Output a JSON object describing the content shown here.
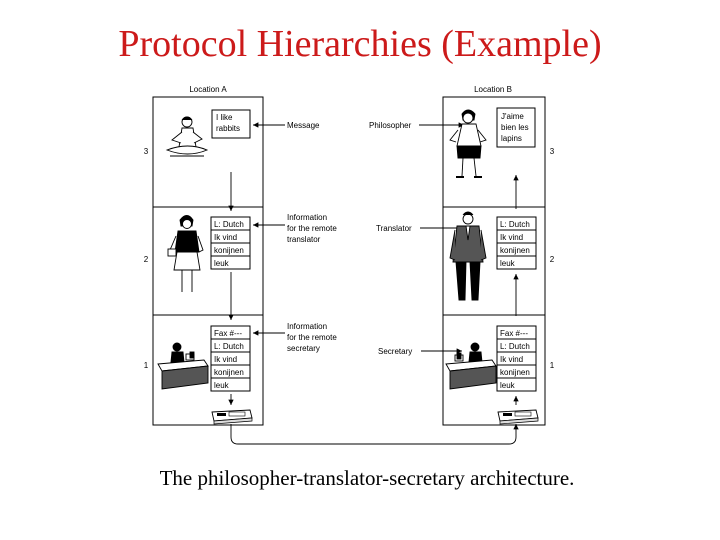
{
  "title": "Protocol Hierarchies (Example)",
  "caption": "The philosopher-translator-secretary architecture.",
  "diagram": {
    "location_a": "Location A",
    "location_b": "Location B",
    "layers": [
      "3",
      "2",
      "1"
    ],
    "roles": {
      "message": "Message",
      "philosopher": "Philosopher",
      "info_translator": [
        "Information",
        "for the remote",
        "translator"
      ],
      "translator": "Translator",
      "info_secretary": [
        "Information",
        "for the remote",
        "secretary"
      ],
      "secretary": "Secretary"
    },
    "notes_a": {
      "l3": [
        "I like",
        "rabbits"
      ],
      "l2": [
        "L: Dutch",
        "Ik vind",
        "konijnen",
        "leuk"
      ],
      "l1": [
        "Fax #---",
        "L: Dutch",
        "Ik vind",
        "konijnen",
        "leuk"
      ]
    },
    "notes_b": {
      "l3": [
        "J'aime",
        "bien les",
        "lapins"
      ],
      "l2": [
        "L: Dutch",
        "Ik vind",
        "konijnen",
        "leuk"
      ],
      "l1": [
        "Fax #---",
        "L: Dutch",
        "Ik vind",
        "konijnen",
        "leuk"
      ]
    }
  }
}
